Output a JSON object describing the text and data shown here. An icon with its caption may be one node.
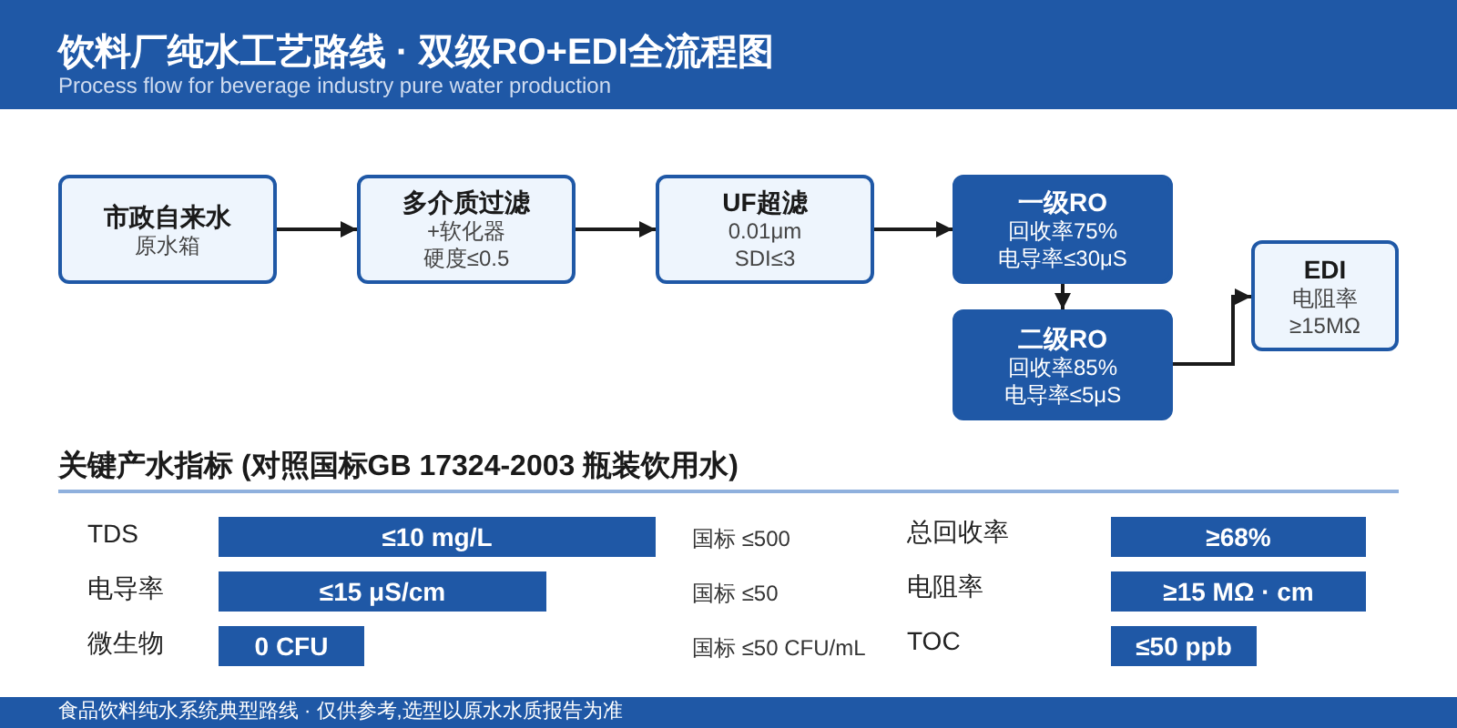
{
  "diagram": {
    "title": "饮料厂纯水工艺路线 · 双级RO+EDI全流程图",
    "caption": "食品饮料纯水系统典型路线 · 仅供参考,选型以原水水质报告为准",
    "nodes": [
      {
        "text": [
          "市政自来水",
          "原水箱"
        ]
      },
      {
        "text": [
          "多介质过滤",
          "+软化器",
          "硬度≤0.5"
        ]
      },
      {
        "text": [
          "UF超滤",
          "0.01μm",
          "SDI≤3"
        ]
      },
      {
        "text": [
          "一级RO",
          "回收率75%",
          "电导率≤30μS"
        ]
      },
      {
        "text": [
          "二级RO",
          "回收率85%",
          "电导率≤5μS"
        ]
      },
      {
        "text": [
          "EDI",
          "电阻率",
          "≥15MΩ"
        ]
      },
      {
        "text": [
          "≤10 mg/L"
        ]
      },
      {
        "text": [
          "≥68%"
        ]
      },
      {
        "text": [
          "≤15 μS/cm"
        ]
      },
      {
        "text": [
          "≥15 MΩ · cm"
        ]
      },
      {
        "text": [
          "0 CFU"
        ]
      },
      {
        "text": [
          "≤50 ppb"
        ]
      }
    ],
    "edges": [
      {
        "from": 0,
        "to": 1,
        "arrow": "to"
      },
      {
        "from": 1,
        "to": 2,
        "arrow": "to"
      },
      {
        "from": 2,
        "to": 3,
        "arrow": "to"
      },
      {
        "from": 3,
        "to": 4,
        "arrow": "to"
      },
      {
        "from": 4,
        "to": 5,
        "arrow": "to"
      }
    ],
    "labels": [
      "Process flow for beverage industry pure water production",
      "关键产水指标 (对照国标GB 17324-2003 瓶装饮用水)",
      "TDS",
      "国标 ≤500",
      "总回收率",
      "电导率",
      "国标 ≤50",
      "电阻率",
      "微生物",
      "国标 ≤50 CFU/mL",
      "TOC"
    ]
  }
}
